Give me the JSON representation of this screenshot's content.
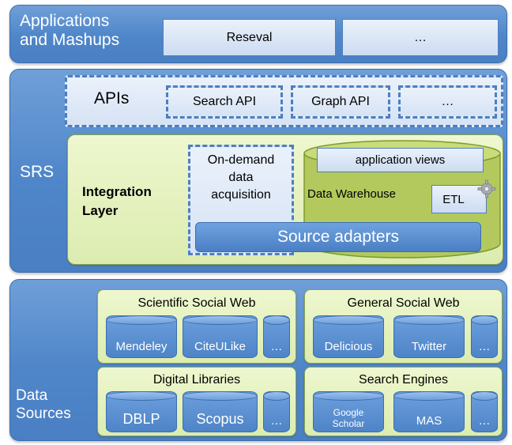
{
  "applications_layer": {
    "label": "Applications\nand Mashups",
    "items": [
      "Reseval",
      "…"
    ]
  },
  "srs_layer": {
    "label": "SRS",
    "apis": {
      "label": "APIs",
      "items": [
        "Search API",
        "Graph API",
        "…"
      ]
    },
    "integration_layer": {
      "label": "Integration\nLayer",
      "on_demand": "On-demand\ndata\nacquisition",
      "data_warehouse": "Data Warehouse",
      "application_views": "application views",
      "etl": "ETL",
      "source_adapters": "Source adapters"
    }
  },
  "data_sources_layer": {
    "label": "Data\nSources",
    "groups": [
      {
        "title": "Scientific Social Web",
        "items": [
          "Mendeley",
          "CiteULike",
          "…"
        ]
      },
      {
        "title": "General Social Web",
        "items": [
          "Delicious",
          "Twitter",
          "…"
        ]
      },
      {
        "title": "Digital Libraries",
        "items": [
          "DBLP",
          "Scopus",
          "…"
        ]
      },
      {
        "title": "Search Engines",
        "items": [
          "Google\nScholar",
          "MAS",
          "…"
        ]
      }
    ]
  },
  "colors": {
    "layer_blue": "#4f86c9",
    "light_blue": "#d6e3f4",
    "green_panel": "#dcecb0",
    "cylinder_blue": "#5a8fd0"
  }
}
